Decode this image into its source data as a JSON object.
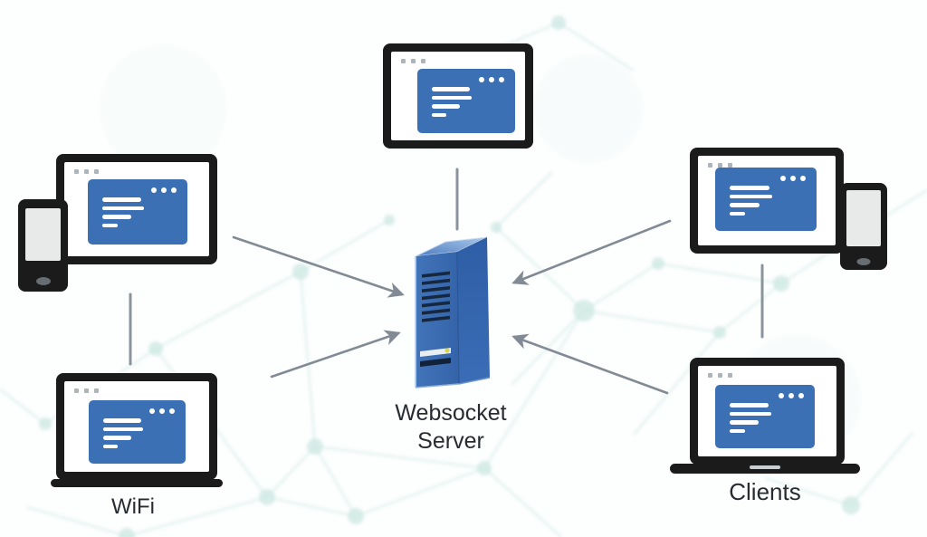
{
  "background": {
    "style": "faint network mesh of teal nodes and lines",
    "mesh_line_color": "#d9efeb",
    "mesh_node_color": "#cbe7e1",
    "page_color": "#fdfefe"
  },
  "server": {
    "icon": "server-tower-icon",
    "label_line1": "Websocket",
    "label_line2": "Server",
    "front_color": "#3a6bb2",
    "led_color": "#d9d44e"
  },
  "groups": {
    "wifi_label": "WiFi",
    "clients_label": "Clients"
  },
  "clients": [
    {
      "id": "client-top",
      "device": "monitor",
      "screen_content": "browser-window"
    },
    {
      "id": "client-left",
      "device": "monitor with tablet",
      "screen_content": "browser-window"
    },
    {
      "id": "client-bottom-left",
      "device": "laptop",
      "screen_content": "browser-window"
    },
    {
      "id": "client-right",
      "device": "monitor with phone",
      "screen_content": "browser-window"
    },
    {
      "id": "client-bottom-right",
      "device": "laptop",
      "screen_content": "browser-window"
    }
  ],
  "connections": [
    {
      "from": "client-top",
      "to": "server",
      "type": "line"
    },
    {
      "from": "client-left",
      "to": "server",
      "type": "arrow"
    },
    {
      "from": "client-bottom-left",
      "to": "server",
      "type": "arrow"
    },
    {
      "from": "client-right",
      "to": "server",
      "type": "arrow"
    },
    {
      "from": "client-bottom-right",
      "to": "server",
      "type": "arrow"
    },
    {
      "from": "client-left",
      "to": "client-bottom-left",
      "type": "line"
    },
    {
      "from": "client-right",
      "to": "client-bottom-right",
      "type": "line"
    }
  ],
  "icons": {
    "browser_window_controls": "three white dots, top-right of window",
    "screen_corner_marks": "three small gray squares, top-left of screen",
    "phone_home_button": "gray ellipse at bottom of phone"
  },
  "colors": {
    "browser_window_blue": "#3b71b4",
    "device_frame_black": "#1b1b1b",
    "connector_gray": "#828b95",
    "label_text": "#282c32"
  }
}
